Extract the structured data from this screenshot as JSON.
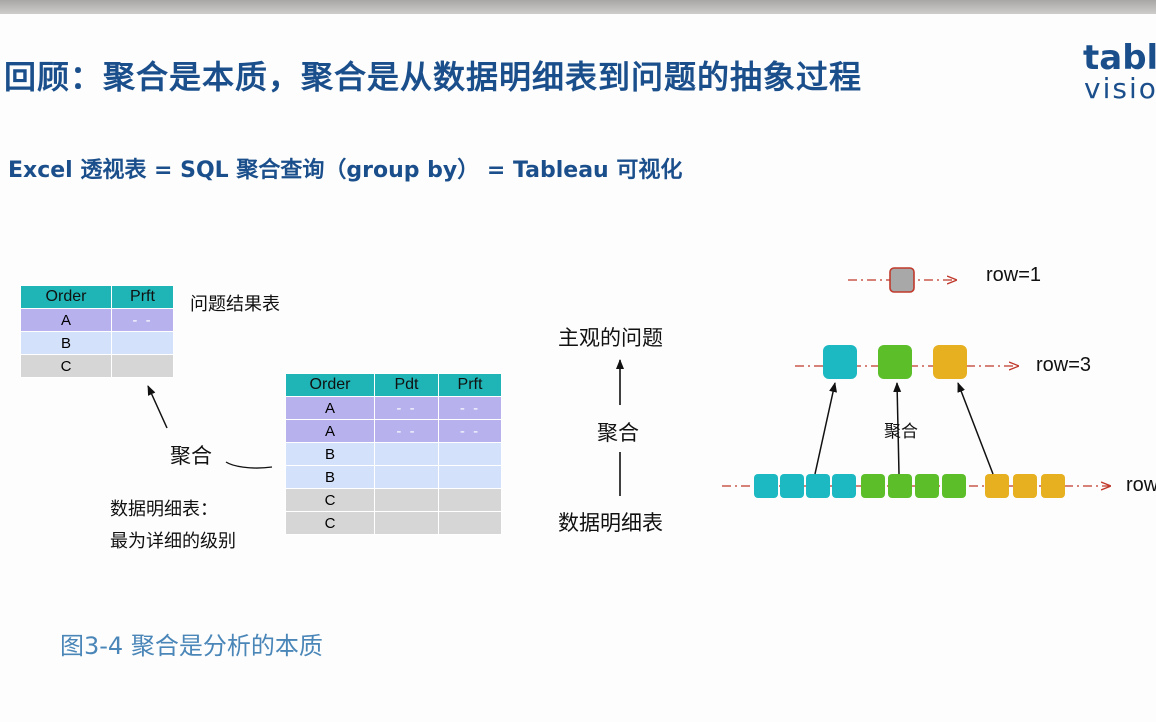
{
  "header": {
    "title": "回顾：聚合是本质，聚合是从数据明细表到问题的抽象过程",
    "logo_line1": "table",
    "logo_line2": "visio",
    "subtitle": "Excel 透视表 = SQL 聚合查询（group by） =  Tableau 可视化"
  },
  "result_table": {
    "label": "问题结果表",
    "headers": [
      "Order",
      "Prft"
    ],
    "rows": [
      [
        "A",
        "- -"
      ],
      [
        "B",
        ""
      ],
      [
        "C",
        ""
      ]
    ]
  },
  "detail_table": {
    "headers": [
      "Order",
      "Pdt",
      "Prft"
    ],
    "rows": [
      [
        "A",
        "- -",
        "- -"
      ],
      [
        "A",
        "- -",
        "- -"
      ],
      [
        "B",
        "",
        ""
      ],
      [
        "B",
        "",
        ""
      ],
      [
        "C",
        "",
        ""
      ],
      [
        "C",
        "",
        ""
      ]
    ],
    "label_line1": "数据明细表：",
    "label_line2": "最为详细的级别"
  },
  "left_agg_label": "聚合",
  "middle": {
    "top": "主观的问题",
    "agg": "聚合",
    "bottom": "数据明细表"
  },
  "right": {
    "row1": "row=1",
    "row3": "row=3",
    "row_bottom": "row",
    "agg": "聚合",
    "colors": {
      "cyan": "#1db9c3",
      "green": "#5cbf2a",
      "orange": "#e7b020",
      "gray": "#a8a8a8",
      "line": "#c0392b"
    }
  },
  "caption": "图3-4  聚合是分析的本质"
}
